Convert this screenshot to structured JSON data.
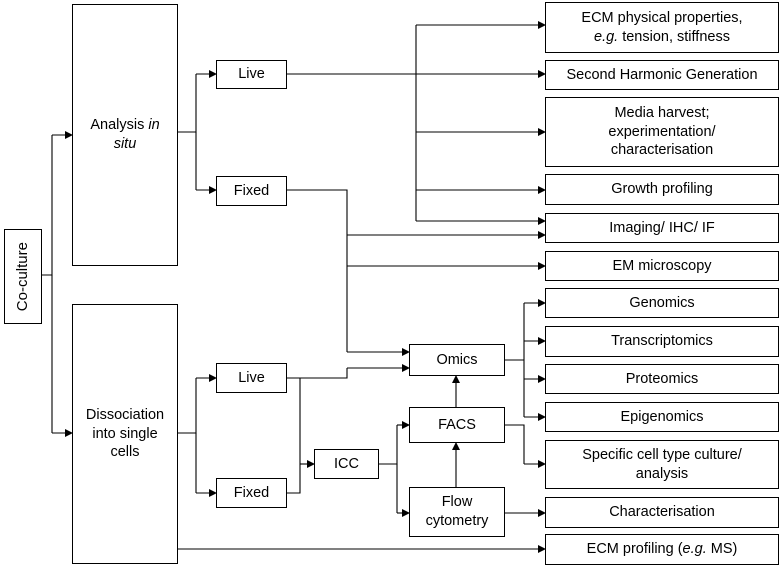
{
  "nodes": {
    "coculture": "Co-culture",
    "analysis_a": "Analysis ",
    "analysis_b": "in",
    "analysis_c": "situ",
    "dissociation": "Dissociation into single cells",
    "live_top": "Live",
    "fixed_top": "Fixed",
    "live_bottom": "Live",
    "fixed_bottom": "Fixed",
    "icc": "ICC",
    "omics": "Omics",
    "facs": "FACS",
    "flow": "Flow cytometry"
  },
  "outputs": {
    "ecm_phys_1": "ECM physical properties,",
    "ecm_phys_2a": "e.g.",
    "ecm_phys_2b": " tension, stiffness",
    "shg": "Second Harmonic Generation",
    "media": "Media harvest; experimentation/ characterisation",
    "growth": "Growth profiling",
    "imaging": "Imaging/ IHC/ IF",
    "em": "EM microscopy",
    "genomics": "Genomics",
    "transcriptomics": "Transcriptomics",
    "proteomics": "Proteomics",
    "epigenomics": "Epigenomics",
    "specific": "Specific cell type culture/ analysis",
    "characterisation": "Characterisation",
    "ecm_prof_a": "ECM profiling (",
    "ecm_prof_b": "e.g.",
    "ecm_prof_c": " MS)"
  }
}
